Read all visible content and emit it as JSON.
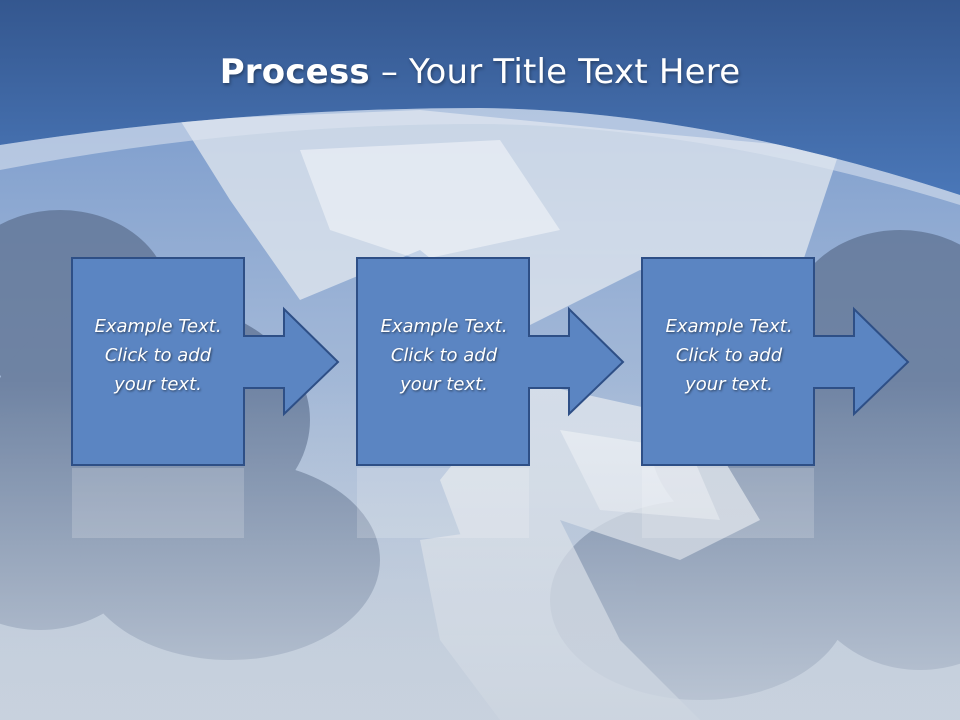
{
  "slide": {
    "title_bold": "Process",
    "title_rest": " – Your Title Text Here",
    "steps": [
      {
        "lines": [
          "Example Text.",
          "Click  to add",
          "your text."
        ]
      },
      {
        "lines": [
          "Example Text.",
          "Click  to add",
          "your text."
        ]
      },
      {
        "lines": [
          "Example Text.",
          "Click  to add",
          "your text."
        ]
      }
    ]
  },
  "colors": {
    "header_blue": "#3f68a8",
    "box_fill": "#5b85c2",
    "box_border": "#2e4f86",
    "text": "#ffffff"
  }
}
